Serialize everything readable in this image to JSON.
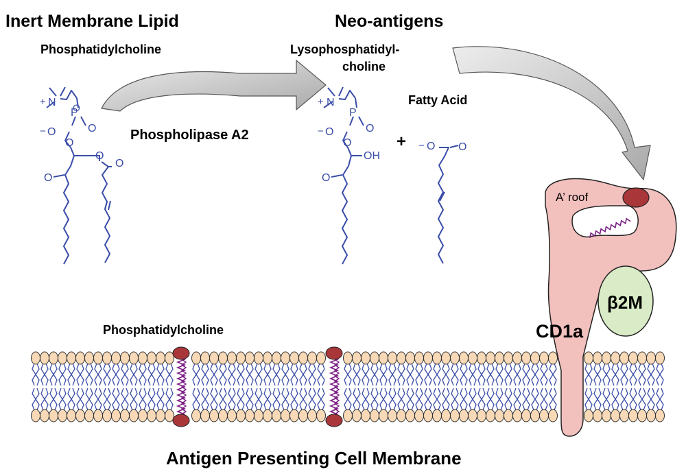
{
  "titles": {
    "left": "Inert Membrane Lipid",
    "middle": "Neo-antigens",
    "bottom": "Antigen Presenting Cell Membrane"
  },
  "labels": {
    "phosphatidylcholine_top": "Phosphatidylcholine",
    "lyso_line1": "Lysophosphatidyl-",
    "lyso_line2": "choline",
    "fatty_acid": "Fatty Acid",
    "enzyme": "Phospholipase A2",
    "plus": "+",
    "phosphatidylcholine_membrane": "Phosphatidylcholine",
    "a_roof": "A’ roof",
    "cd1a": "CD1a",
    "b2m": "β2M"
  },
  "colors": {
    "molecule": "#3a4da8",
    "protein": "#f2c0bd",
    "b2m": "#d9ecc7",
    "lipid_head": "#f8d9b7",
    "ligand_head": "#a9373a",
    "ligand_tail": "#7d1f86",
    "arrow": "#c9c9c9"
  }
}
